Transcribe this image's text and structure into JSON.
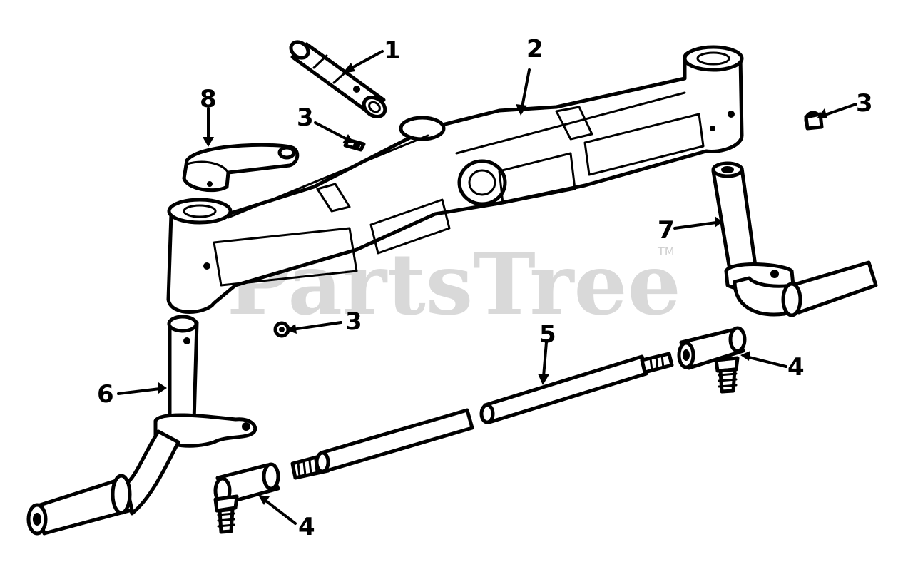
{
  "watermark": {
    "text": "PartsTree",
    "trademark": "TM"
  },
  "callouts": [
    {
      "id": "c1",
      "label": "1"
    },
    {
      "id": "c2",
      "label": "2"
    },
    {
      "id": "c3a",
      "label": "3"
    },
    {
      "id": "c3b",
      "label": "3"
    },
    {
      "id": "c3c",
      "label": "3"
    },
    {
      "id": "c4a",
      "label": "4"
    },
    {
      "id": "c4b",
      "label": "4"
    },
    {
      "id": "c5",
      "label": "5"
    },
    {
      "id": "c6",
      "label": "6"
    },
    {
      "id": "c7",
      "label": "7"
    },
    {
      "id": "c8",
      "label": "8"
    }
  ],
  "colors": {
    "line": "#000000",
    "background": "#ffffff",
    "watermark": "#cfcfcf"
  }
}
